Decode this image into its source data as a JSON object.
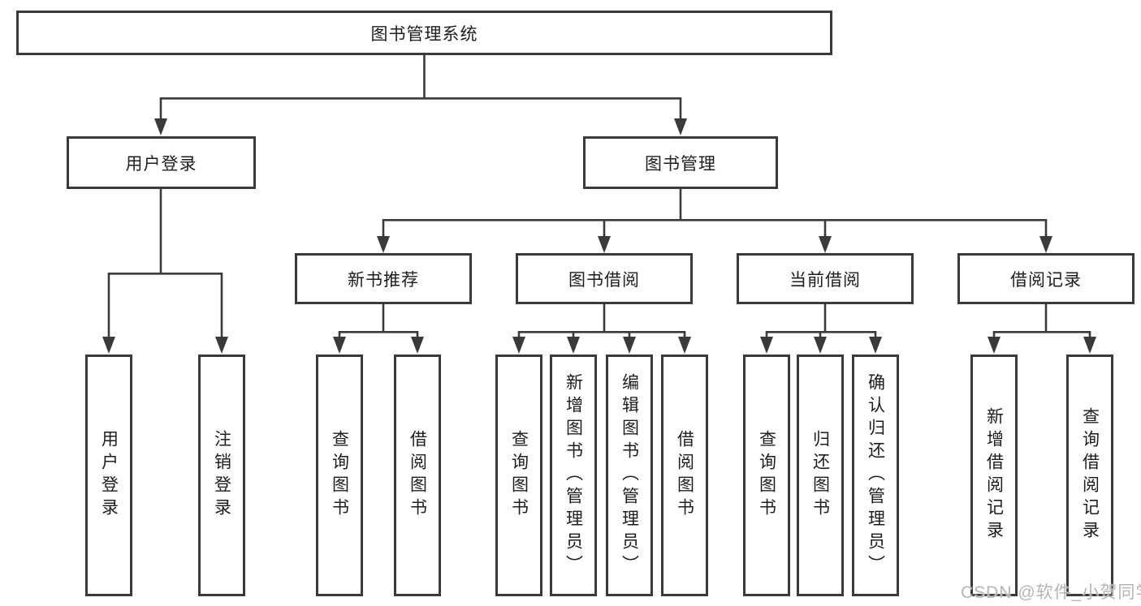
{
  "diagram": {
    "type": "hierarchy-tree",
    "root": {
      "label": "图书管理系统"
    },
    "branches": [
      {
        "label": "用户登录",
        "children": [
          "用户登录",
          "注销登录"
        ]
      },
      {
        "label": "图书管理",
        "children": [
          {
            "label": "新书推荐",
            "children": [
              "查询图书",
              "借阅图书"
            ]
          },
          {
            "label": "图书借阅",
            "children": [
              "查询图书",
              "新增图书（管理员）",
              "编辑图书（管理员）",
              "借阅图书"
            ]
          },
          {
            "label": "当前借阅",
            "children": [
              "查询图书",
              "归还图书",
              "确认归还（管理员）"
            ]
          },
          {
            "label": "借阅记录",
            "children": [
              "新增借阅记录",
              "查询借阅记录"
            ]
          }
        ]
      }
    ]
  },
  "watermark": {
    "text": "CSDN @软件_小贺同学"
  },
  "colors": {
    "line": "#3a3a3a",
    "box_border": "#3a3a3a",
    "box_fill": "#ffffff",
    "text": "#1d1d1d",
    "watermark": "#b5b5b5"
  }
}
